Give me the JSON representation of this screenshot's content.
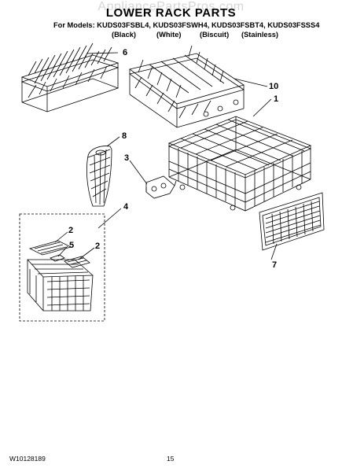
{
  "watermark": "AppliancePartsPros.com",
  "title": "LOWER RACK PARTS",
  "models_line": "For Models: KUDS03FSBL4, KUDS03FSWH4, KUDS03FSBT4, KUDS03FSSS4",
  "colors": [
    "(Black)",
    "(White)",
    "(Biscuit)",
    "(Stainless)"
  ],
  "callouts": {
    "c6": "6",
    "c10": "10",
    "c1": "1",
    "c8": "8",
    "c3": "3",
    "c4": "4",
    "c2a": "2",
    "c5": "5",
    "c2b": "2",
    "c7": "7"
  },
  "footer": {
    "doc_number": "W10128189",
    "page_number": "15"
  }
}
